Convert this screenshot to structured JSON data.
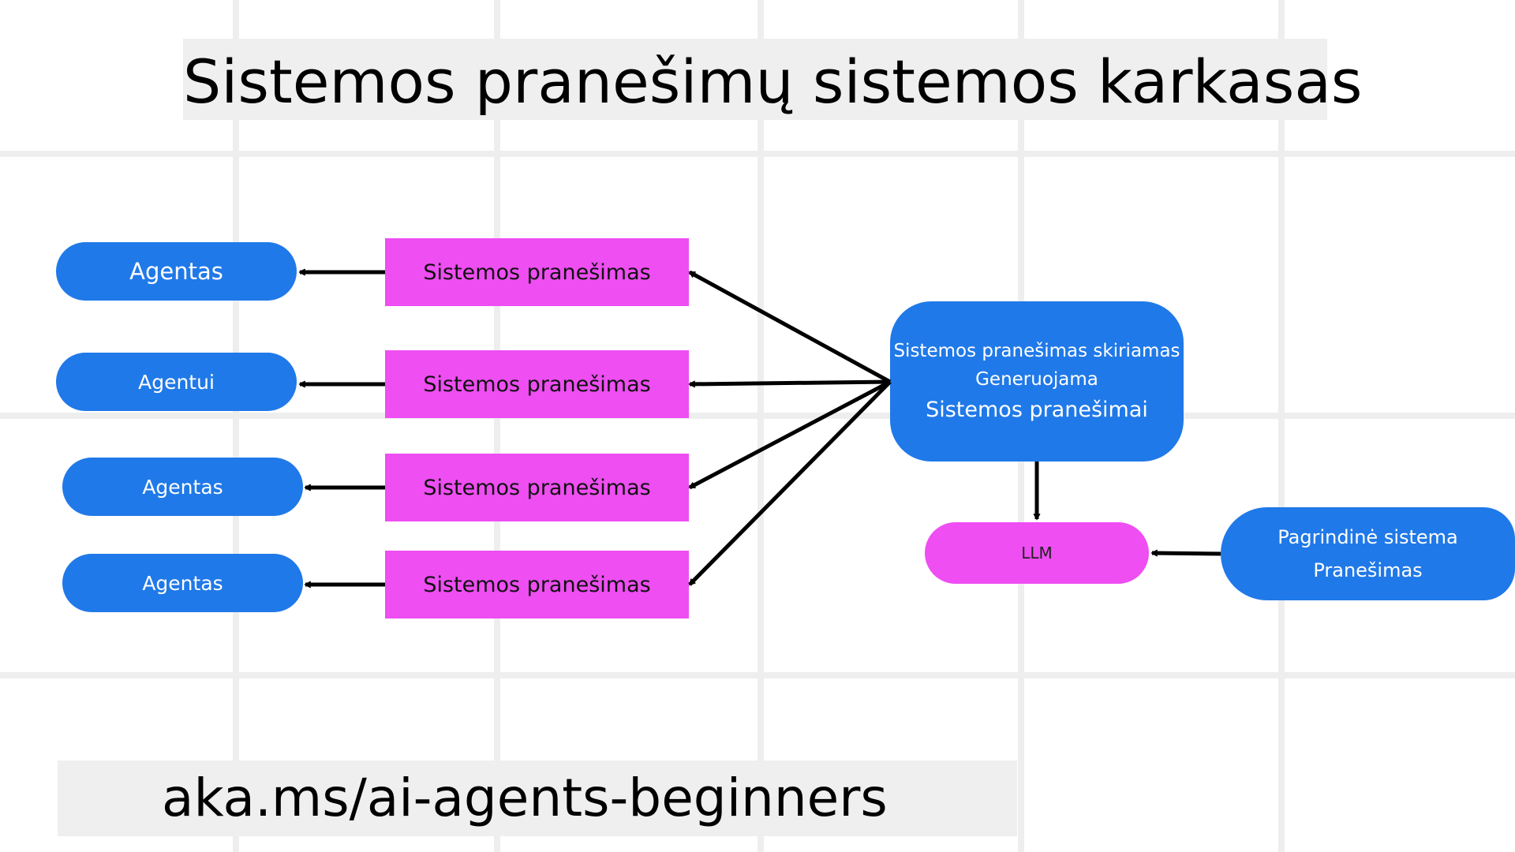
{
  "title": "Sistemos pranešimų sistemos karkasas",
  "footer": "aka.ms/ai-agents-beginners",
  "agents": [
    "Agentas",
    "Agentui",
    "Agentas",
    "Agentas"
  ],
  "prompts": [
    "Sistemos pranešimas",
    "Sistemos pranešimas",
    "Sistemos pranešimas",
    "Sistemos pranešimas"
  ],
  "generator": {
    "line1": "Sistemos pranešimas skiriamas",
    "line2": "Generuojama",
    "line3": "Sistemos pranešimai"
  },
  "llm": "LLM",
  "core": {
    "line1": "Pagrindinė sistema",
    "line2": "Pranešimas"
  },
  "colors": {
    "blue": "#2079e8",
    "magenta": "#ee4ef2",
    "grid": "#efefef"
  }
}
